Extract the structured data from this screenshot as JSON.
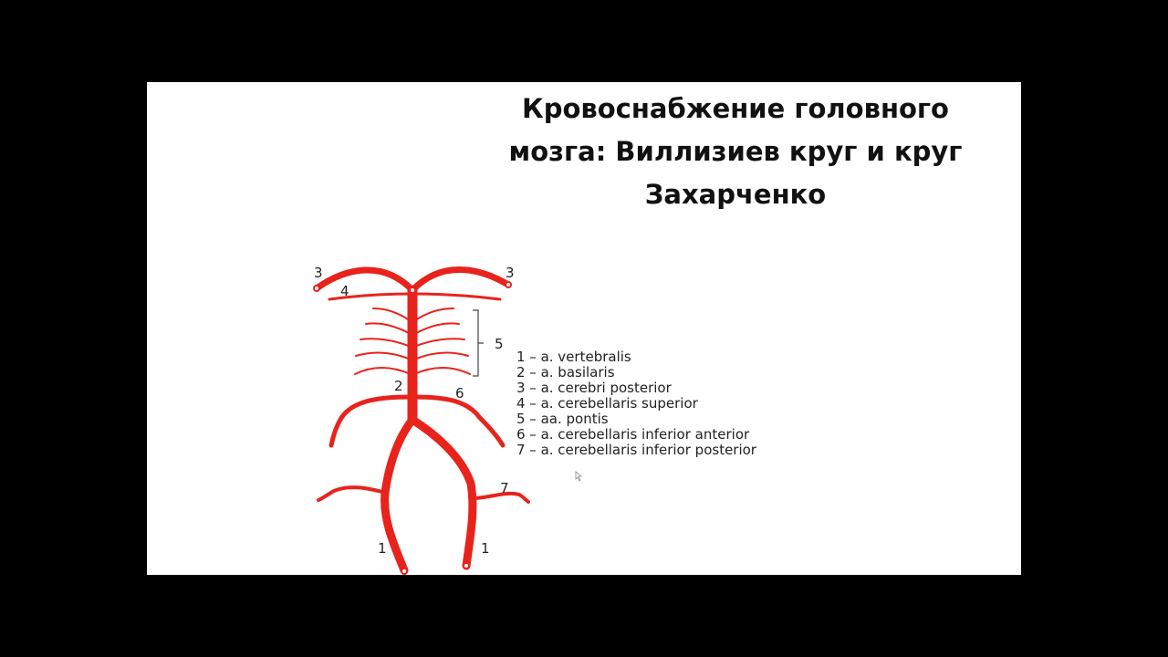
{
  "slide": {
    "title_lines": [
      "Кровоснабжение головного",
      "мозга: Виллизиев круг и круг",
      "Захарченко"
    ]
  },
  "diagram": {
    "vessel_color": "#e8231c",
    "labels": {
      "posterior_cerebral_left": "3",
      "posterior_cerebral_right": "3",
      "superior_cerebellar": "4",
      "pontine_brace": "5",
      "basilar": "2",
      "anterior_inferior_cerebellar": "6",
      "posterior_inferior_cerebellar": "7",
      "vertebral_left": "1",
      "vertebral_right": "1"
    }
  },
  "legend": [
    "1 – a. vertebralis",
    "2 – a. basilaris",
    "3 – a. cerebri posterior",
    "4 – a. cerebellaris superior",
    "5 – aa. pontis",
    "6 – a. cerebellaris inferior anterior",
    "7 – a. cerebellaris inferior posterior"
  ]
}
